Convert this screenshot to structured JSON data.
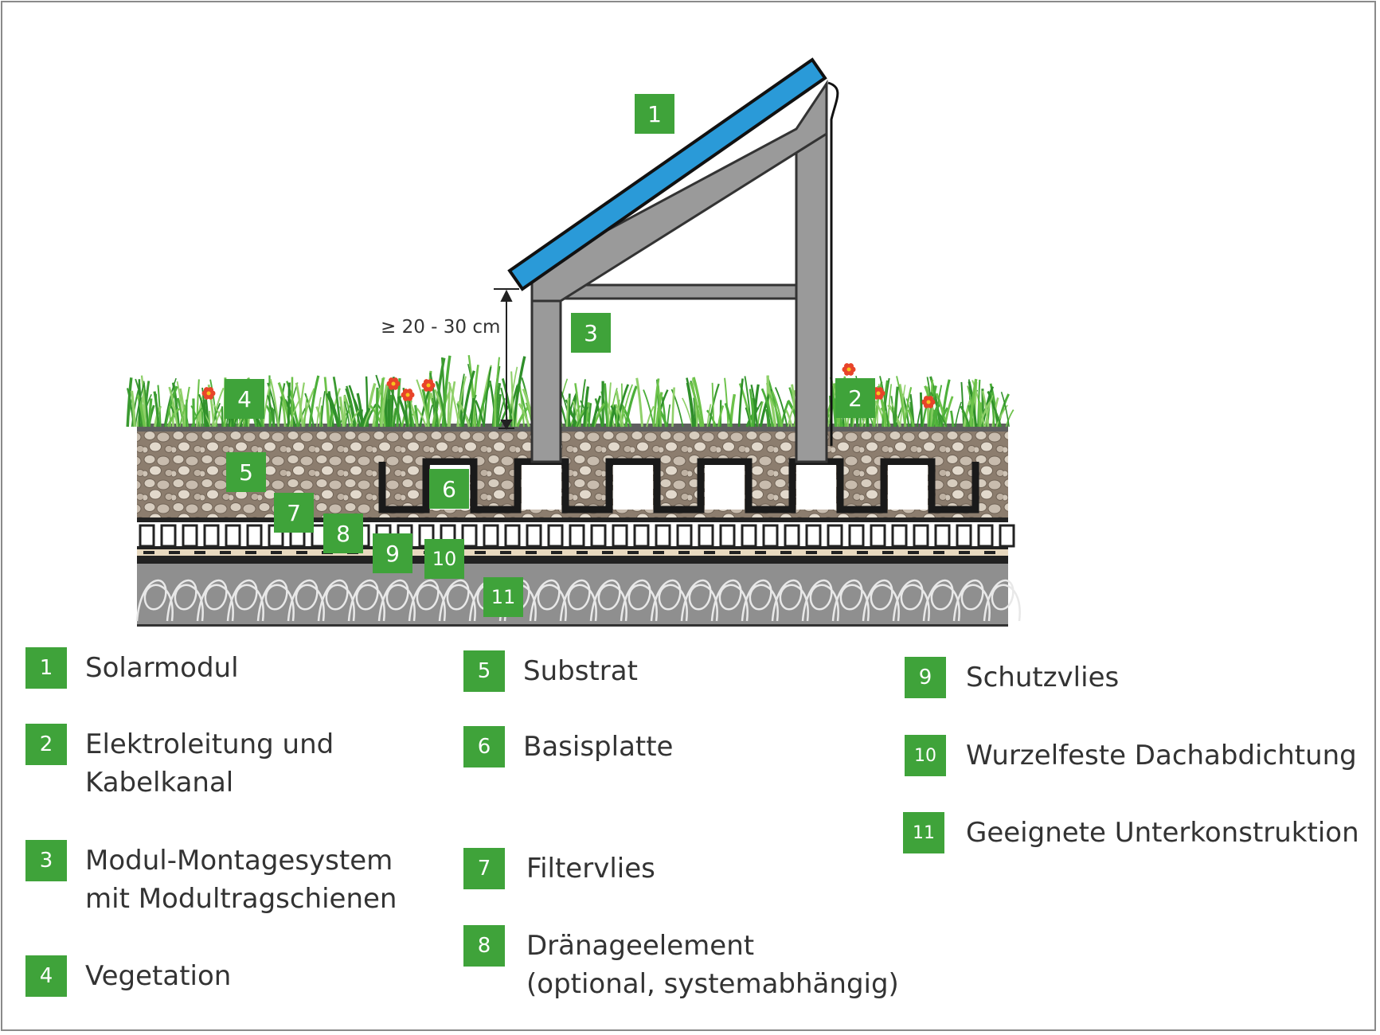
{
  "diagram": {
    "dimension_label": "≥ 20 - 30 cm",
    "callouts": [
      "1",
      "2",
      "3",
      "4",
      "5",
      "6",
      "7",
      "8",
      "9",
      "10",
      "11"
    ]
  },
  "legend": [
    {
      "num": "1",
      "lines": [
        "Solarmodul"
      ]
    },
    {
      "num": "2",
      "lines": [
        "Elektroleitung und",
        "Kabelkanal"
      ]
    },
    {
      "num": "3",
      "lines": [
        "Modul-Montagesystem",
        "mit Modultragschienen"
      ]
    },
    {
      "num": "4",
      "lines": [
        "Vegetation"
      ]
    },
    {
      "num": "5",
      "lines": [
        "Substrat"
      ]
    },
    {
      "num": "6",
      "lines": [
        "Basisplatte"
      ]
    },
    {
      "num": "7",
      "lines": [
        "Filtervlies"
      ]
    },
    {
      "num": "8",
      "lines": [
        "Dränageelement",
        "(optional, systemabhängig)"
      ]
    },
    {
      "num": "9",
      "lines": [
        "Schutzvlies"
      ]
    },
    {
      "num": "10",
      "lines": [
        "Wurzelfeste Dachabdichtung"
      ]
    },
    {
      "num": "11",
      "lines": [
        "Geeignete Unterkonstruktion"
      ]
    }
  ],
  "colors": {
    "badge": "#3fa33a",
    "solar_panel": "#2a9ad8",
    "frame": "#9a9a9a",
    "substrate": "#8c7d6e",
    "insulation": "#8d8d8d"
  }
}
